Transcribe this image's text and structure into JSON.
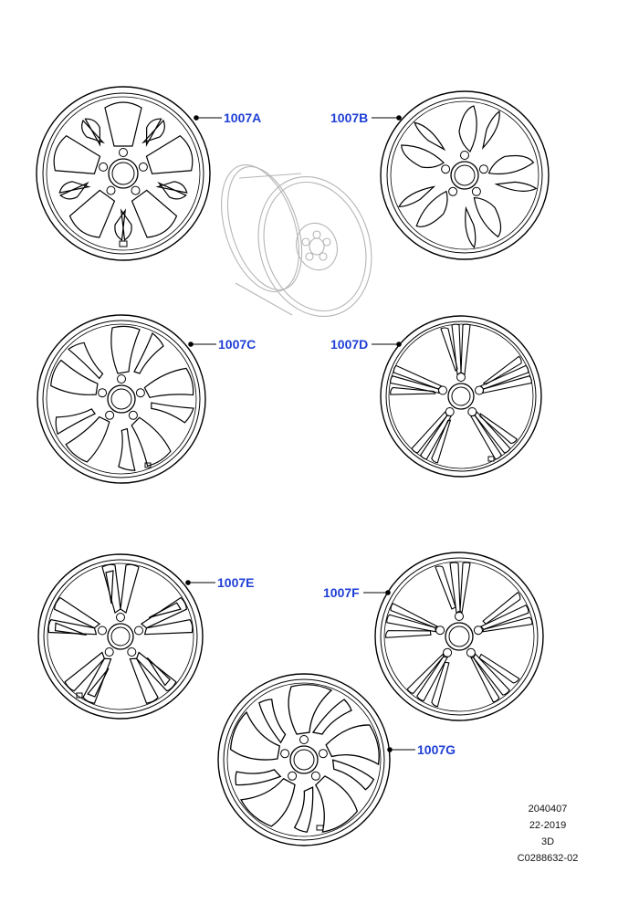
{
  "colors": {
    "callout_text": "#1f3fd6",
    "line": "#000000",
    "faded": "#b5b5b5"
  },
  "callouts": {
    "a": "1007A",
    "b": "1007B",
    "c": "1007C",
    "d": "1007D",
    "e": "1007E",
    "f": "1007F",
    "g": "1007G"
  },
  "meta": {
    "line1": "2040407",
    "line2": "22-2019",
    "line3": "3D",
    "line4": "C0288632-02"
  }
}
